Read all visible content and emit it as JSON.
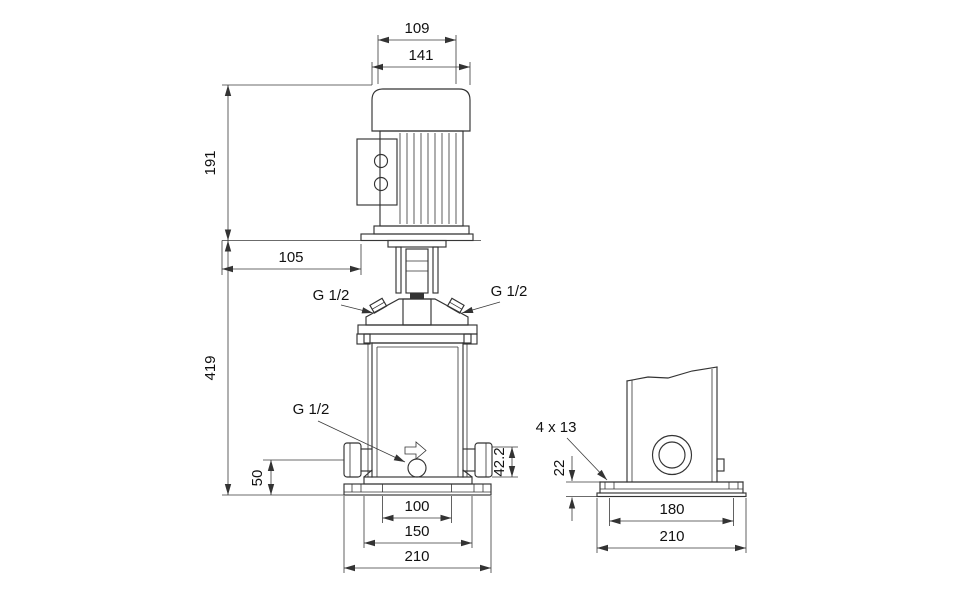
{
  "front_view": {
    "dims": {
      "fan_shroud_width": "109",
      "motor_width": "141",
      "motor_height": "191",
      "head_clearance": "105",
      "pump_height": "419",
      "inlet_height": "50",
      "port_flange": "42.2",
      "base_hole_span": "100",
      "base_inner_span": "150",
      "base_width": "210"
    },
    "labels": {
      "plug_left": "G 1/2",
      "plug_right": "G 1/2",
      "plug_drain": "G 1/2"
    }
  },
  "side_view": {
    "dims": {
      "base_holes": "4 x 13",
      "base_height": "22",
      "hole_span": "180",
      "base_depth": "210"
    }
  }
}
